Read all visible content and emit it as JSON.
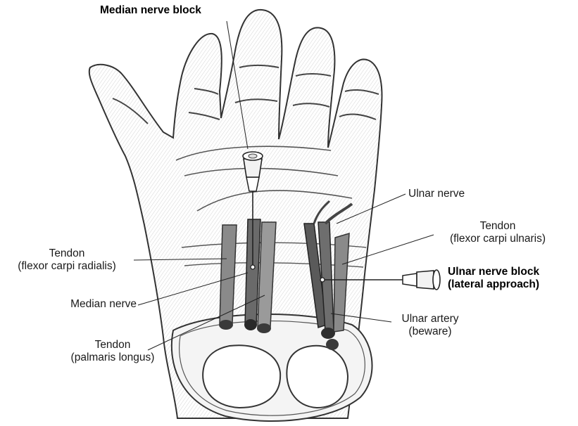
{
  "labels": {
    "median_block": "Median nerve block",
    "ulnar_nerve": "Ulnar nerve",
    "tendon_fcu_title": "Tendon",
    "tendon_fcu_sub": "(flexor carpi ulnaris)",
    "tendon_fcr_title": "Tendon",
    "tendon_fcr_sub": "(flexor carpi radialis)",
    "ulnar_block_line1": "Ulnar nerve block",
    "ulnar_block_line2": "(lateral approach)",
    "median_nerve": "Median nerve",
    "ulnar_artery_line1": "Ulnar artery",
    "ulnar_artery_line2": "(beware)",
    "tendon_pl_title": "Tendon",
    "tendon_pl_sub": "(palmaris longus)"
  },
  "colors": {
    "tendon_fill": "#8a8a8a",
    "tendon_dark": "#3a3a3a",
    "line": "#222222"
  }
}
